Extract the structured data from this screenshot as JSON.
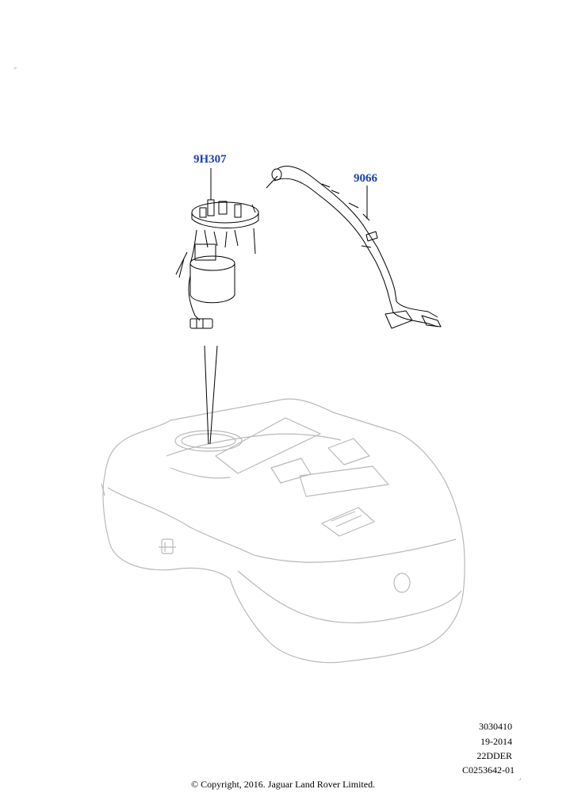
{
  "callouts": {
    "pump": "9H307",
    "sender": "9066"
  },
  "meta": {
    "line1": "3030410",
    "line2": "19-2014",
    "line3": "22DDER",
    "line4": "C0253642-01"
  },
  "copyright": "© Copyright, 2016. Jaguar Land Rover Limited.",
  "colors": {
    "callout": "#1a3fb0",
    "line": "#000000",
    "faint": "#b9b9b9"
  }
}
